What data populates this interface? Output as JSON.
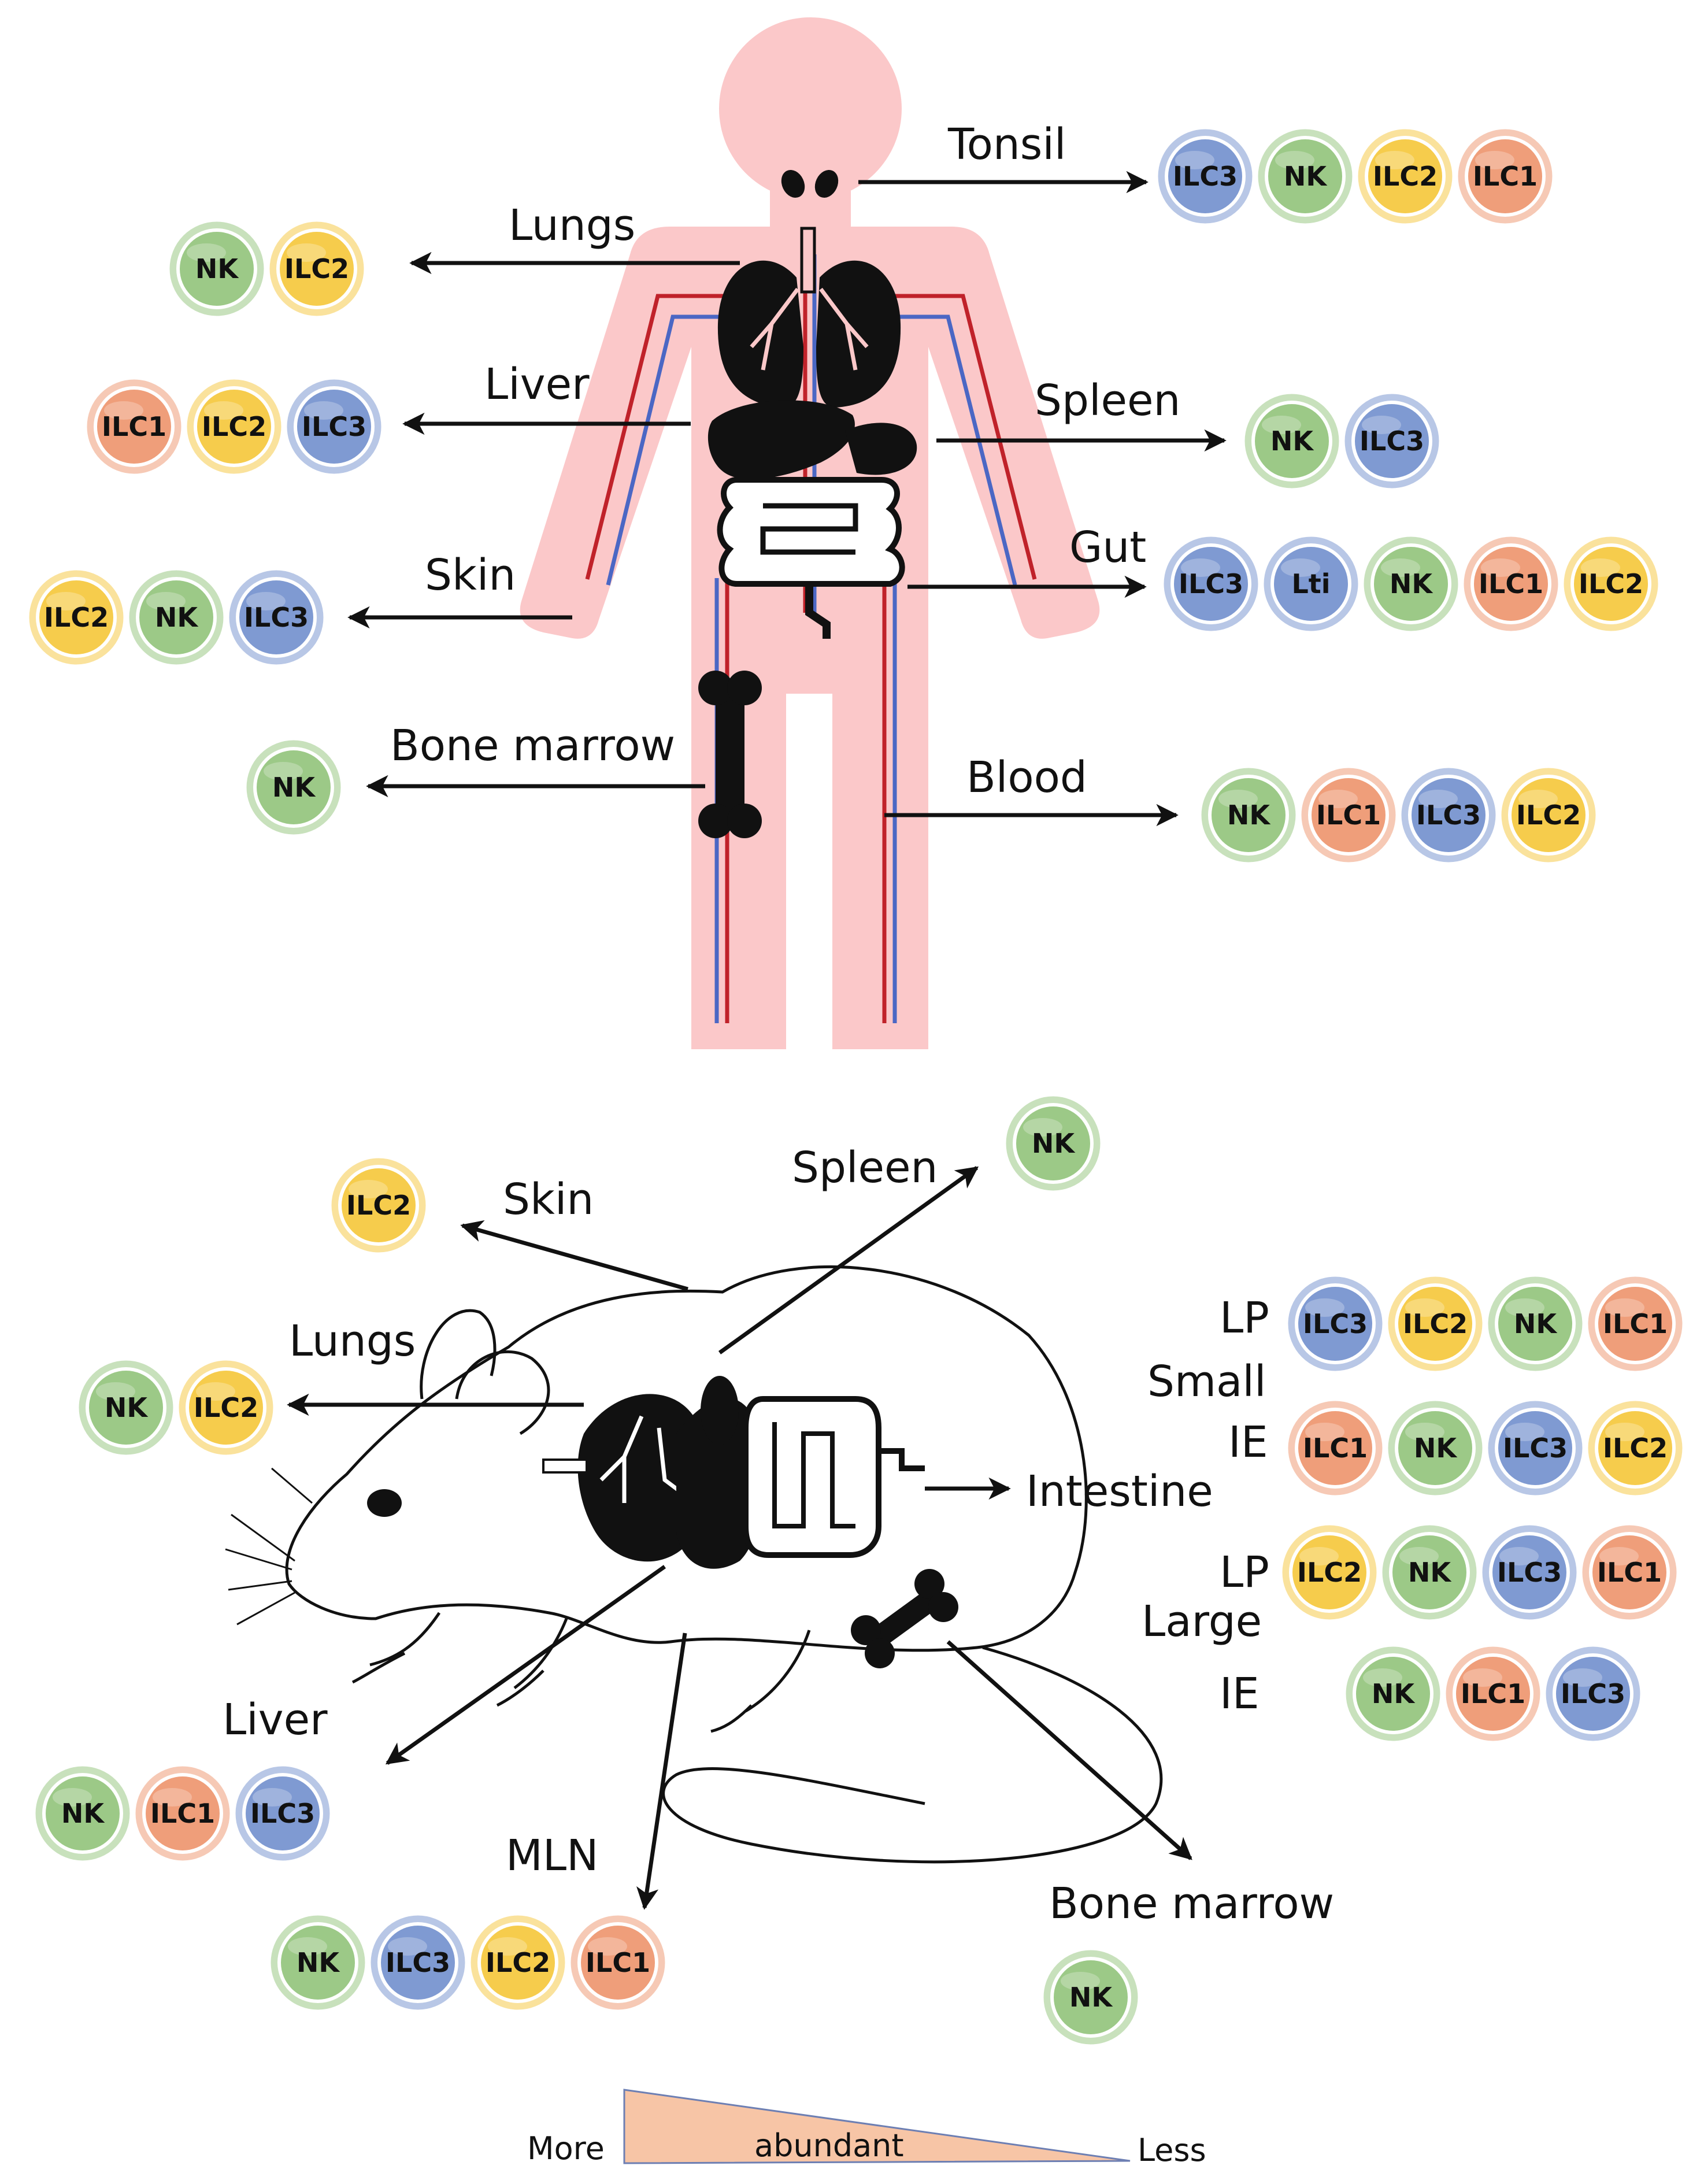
{
  "colors": {
    "NK": "#9cc987",
    "ILC1": "#ef9e7a",
    "ILC2": "#f6cc4c",
    "ILC3": "#7f9ad2",
    "Lti": "#7f9ad2",
    "body": "#fbc8c9",
    "artery": "#c0222a",
    "vein": "#4b67c4",
    "wedge": "#f7c5a6"
  },
  "human": {
    "tonsil": {
      "label": "Tonsil",
      "cells": [
        "ILC3",
        "NK",
        "ILC2",
        "ILC1"
      ]
    },
    "lungs": {
      "label": "Lungs",
      "cells": [
        "NK",
        "ILC2"
      ]
    },
    "liver": {
      "label": "Liver",
      "cells": [
        "ILC1",
        "ILC2",
        "ILC3"
      ]
    },
    "spleen": {
      "label": "Spleen",
      "cells": [
        "NK",
        "ILC3"
      ]
    },
    "skin": {
      "label": "Skin",
      "cells": [
        "ILC2",
        "NK",
        "ILC3"
      ]
    },
    "gut": {
      "label": "Gut",
      "cells": [
        "ILC3",
        "Lti",
        "NK",
        "ILC1",
        "ILC2"
      ]
    },
    "bone_marrow": {
      "label": "Bone marrow",
      "cells": [
        "NK"
      ]
    },
    "blood": {
      "label": "Blood",
      "cells": [
        "NK",
        "ILC1",
        "ILC3",
        "ILC2"
      ]
    }
  },
  "mouse": {
    "skin": {
      "label": "Skin",
      "cells": [
        "ILC2"
      ]
    },
    "spleen": {
      "label": "Spleen",
      "cells": [
        "NK"
      ]
    },
    "lungs": {
      "label": "Lungs",
      "cells": [
        "NK",
        "ILC2"
      ]
    },
    "liver": {
      "label": "Liver",
      "cells": [
        "NK",
        "ILC1",
        "ILC3"
      ]
    },
    "mln": {
      "label": "MLN",
      "cells": [
        "NK",
        "ILC3",
        "ILC2",
        "ILC1"
      ]
    },
    "bone_marrow": {
      "label": "Bone marrow",
      "cells": [
        "NK"
      ]
    },
    "intestine": {
      "label": "Intestine",
      "small_label": "Small",
      "large_label": "Large",
      "small_lp": {
        "label": "LP",
        "cells": [
          "ILC3",
          "ILC2",
          "NK",
          "ILC1"
        ]
      },
      "small_ie": {
        "label": "IE",
        "cells": [
          "ILC1",
          "NK",
          "ILC3",
          "ILC2"
        ]
      },
      "large_lp": {
        "label": "LP",
        "cells": [
          "ILC2",
          "NK",
          "ILC3",
          "ILC1"
        ]
      },
      "large_ie": {
        "label": "IE",
        "cells": [
          "NK",
          "ILC1",
          "ILC3"
        ]
      }
    }
  },
  "scale": {
    "more": "More",
    "middle": "abundant",
    "less": "Less"
  }
}
